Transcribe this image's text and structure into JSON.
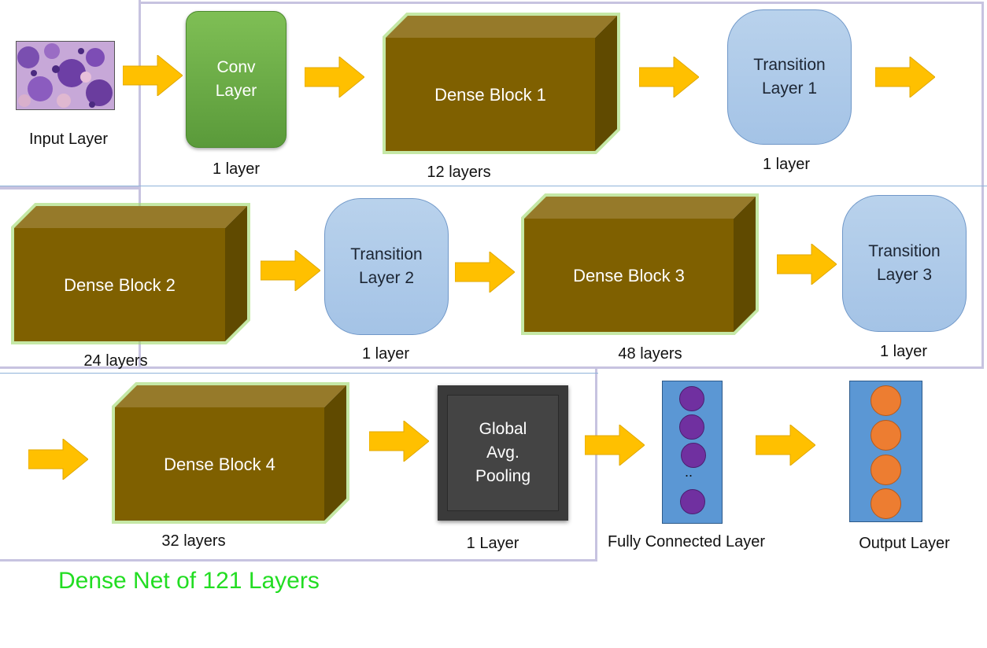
{
  "input": {
    "label": "Input Layer"
  },
  "conv": {
    "line1": "Conv",
    "line2": "Layer",
    "caption": "1 layer"
  },
  "dense1": {
    "label": "Dense Block 1",
    "caption": "12 layers"
  },
  "trans1": {
    "line1": "Transition",
    "line2": "Layer 1",
    "caption": "1 layer"
  },
  "dense2": {
    "label": "Dense Block 2",
    "caption": "24 layers"
  },
  "trans2": {
    "line1": "Transition",
    "line2": "Layer 2",
    "caption": "1 layer"
  },
  "dense3": {
    "label": "Dense Block 3",
    "caption": "48 layers"
  },
  "trans3": {
    "line1": "Transition",
    "line2": "Layer 3",
    "caption": "1 layer"
  },
  "dense4": {
    "label": "Dense Block 4",
    "caption": "32 layers"
  },
  "gap": {
    "line1": "Global",
    "line2": "Avg.",
    "line3": "Pooling",
    "caption": "1 Layer"
  },
  "fc": {
    "label": "Fully Connected Layer",
    "ellipsis": ".."
  },
  "output": {
    "label": "Output Layer"
  },
  "title": "Dense Net of 121 Layers",
  "colors": {
    "arrow": "#ffc000",
    "dense_front": "#7f6000",
    "dense_top": "#967a2a",
    "dense_side": "#604a00",
    "dense_glow": "#9fd86a",
    "fc_node": "#7030a0",
    "output_node": "#ed7d31",
    "title": "#22dd22"
  }
}
